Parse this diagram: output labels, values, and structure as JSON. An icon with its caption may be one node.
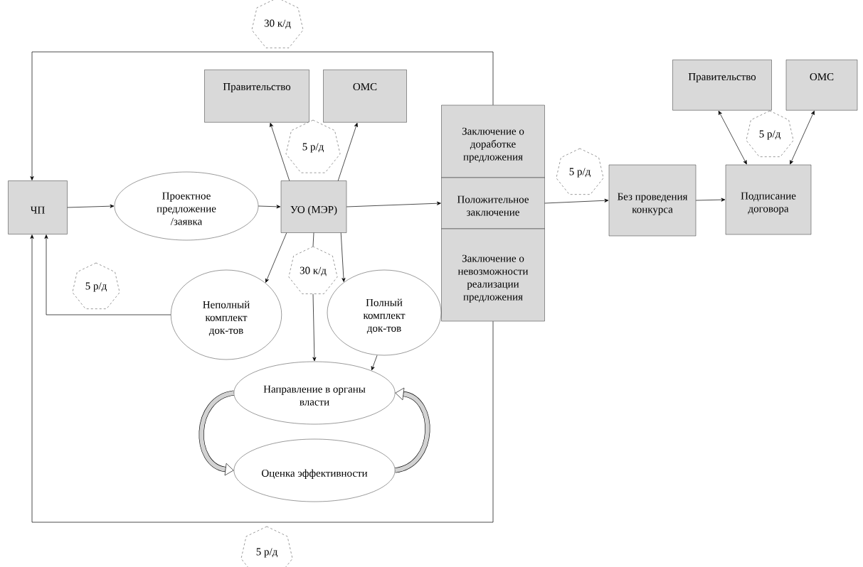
{
  "diagram": {
    "nodes": [
      {
        "text": [
          "ЧП"
        ]
      },
      {
        "text": [
          "Проектное предложение /заявка"
        ]
      },
      {
        "text": [
          "УО (МЭР)"
        ]
      },
      {
        "text": [
          "Правительство"
        ]
      },
      {
        "text": [
          "ОМС"
        ]
      },
      {
        "text": [
          "Заключение о доработке предложения"
        ]
      },
      {
        "text": [
          "Положительное заключение"
        ]
      },
      {
        "text": [
          "Заключение о невозможности реализации предложения"
        ]
      },
      {
        "text": [
          "Неполный комплект док-тов"
        ]
      },
      {
        "text": [
          "Полный комплект док-тов"
        ]
      },
      {
        "text": [
          "Направление в органы власти"
        ]
      },
      {
        "text": [
          "Оценка эффективности"
        ]
      },
      {
        "text": [
          "Без проведения конкурса"
        ]
      },
      {
        "text": [
          "Правительство"
        ]
      },
      {
        "text": [
          "ОМС"
        ]
      },
      {
        "text": [
          "Подписание договора"
        ]
      },
      {
        "text": [
          "5 р/д"
        ]
      },
      {
        "text": [
          "5 р/д"
        ]
      },
      {
        "text": [
          "30 к/д"
        ]
      },
      {
        "text": [
          "30 к/д"
        ]
      },
      {
        "text": [
          "5 р/д"
        ]
      },
      {
        "text": [
          "5 р/д"
        ]
      },
      {
        "text": [
          "5 р/д"
        ]
      }
    ],
    "edges": [
      {
        "from": 0,
        "to": 1,
        "arrow": "to"
      },
      {
        "from": 1,
        "to": 2,
        "arrow": "to"
      },
      {
        "from": 2,
        "to": 3,
        "arrow": "to"
      },
      {
        "from": 2,
        "to": 4,
        "arrow": "to"
      },
      {
        "from": 2,
        "to": 6,
        "arrow": "to"
      },
      {
        "from": 2,
        "to": 8,
        "arrow": "to"
      },
      {
        "from": 2,
        "to": 9,
        "arrow": "to"
      },
      {
        "from": 2,
        "to": 19,
        "arrow": "none"
      },
      {
        "from": 9,
        "to": 10,
        "arrow": "to"
      },
      {
        "from": 8,
        "to": 0,
        "arrow": "to"
      },
      {
        "from": 5,
        "to": 0,
        "arrow": "to"
      },
      {
        "from": 7,
        "to": 0,
        "arrow": "to"
      },
      {
        "from": 6,
        "to": 12,
        "arrow": "to"
      },
      {
        "from": 12,
        "to": 15,
        "arrow": "to"
      },
      {
        "from": 15,
        "to": 13,
        "arrow": "both"
      },
      {
        "from": 15,
        "to": 14,
        "arrow": "both"
      },
      {
        "from": 10,
        "to": 11,
        "arrow": "to",
        "style": "thick"
      },
      {
        "from": 11,
        "to": 10,
        "arrow": "to",
        "style": "thick"
      },
      {
        "from": 19,
        "to": 10,
        "arrow": "to"
      }
    ]
  }
}
